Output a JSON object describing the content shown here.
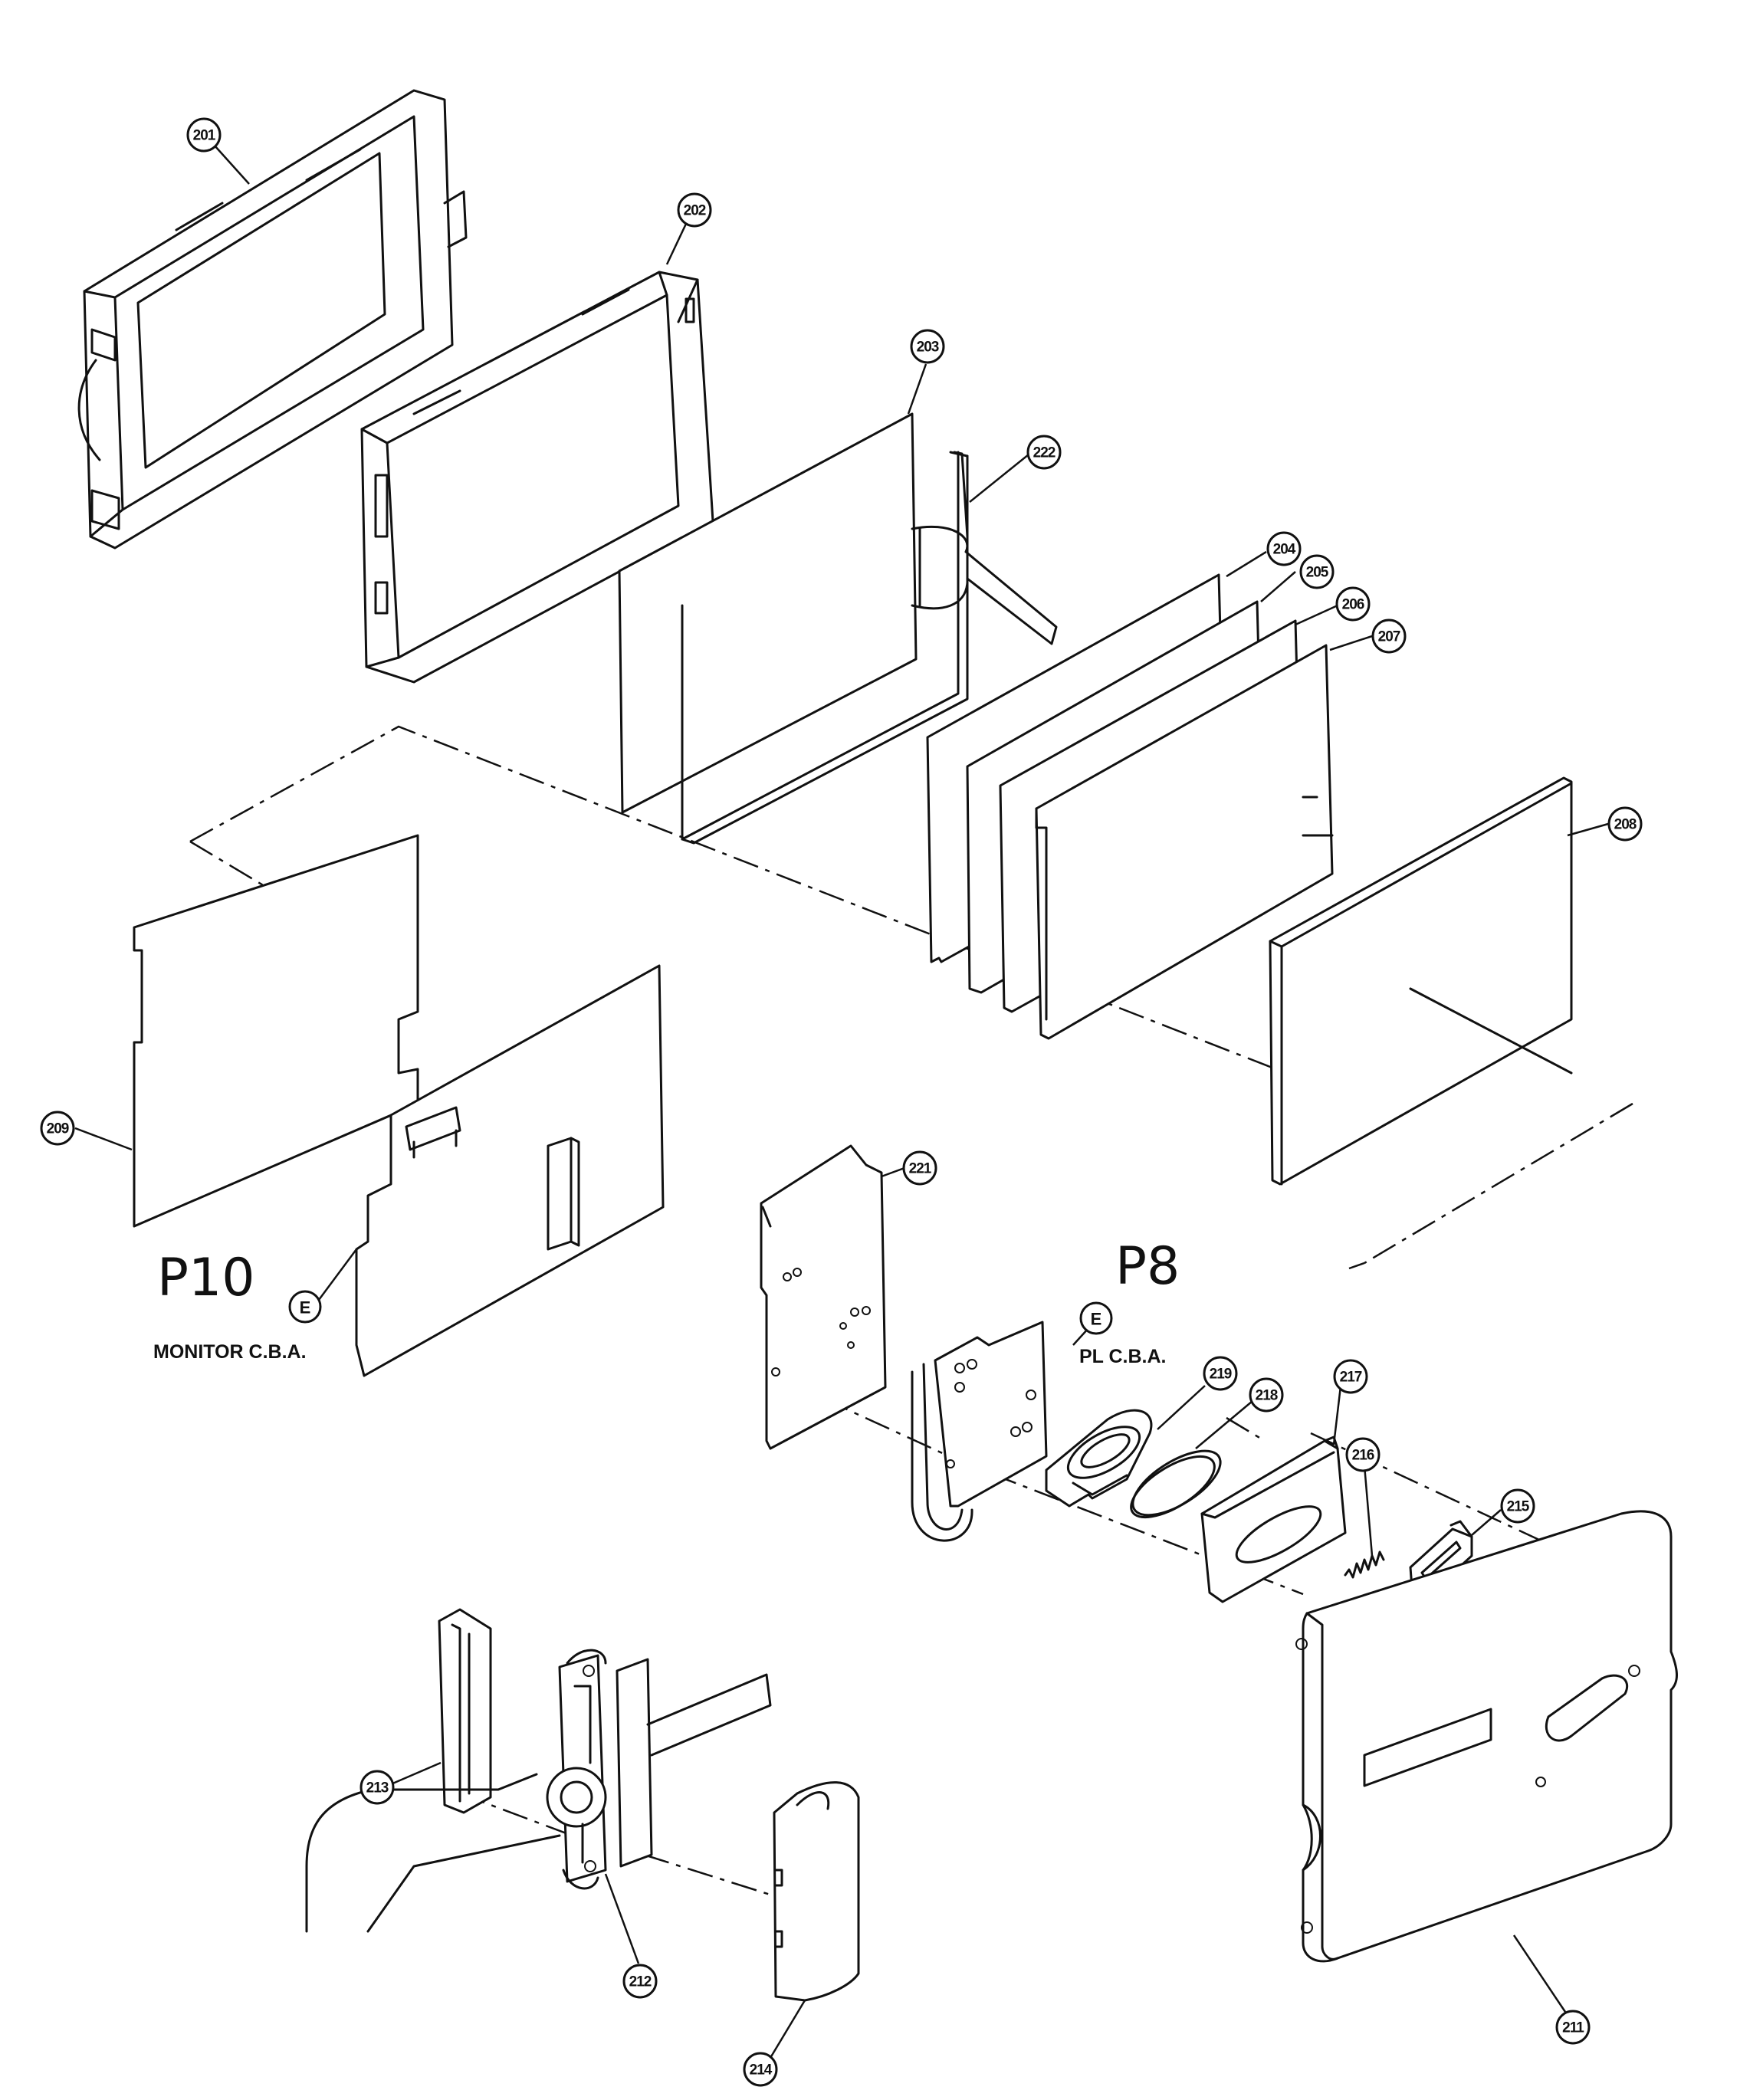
{
  "callouts": {
    "c201": "201",
    "c202": "202",
    "c203": "203",
    "c204": "204",
    "c205": "205",
    "c206": "206",
    "c207": "207",
    "c208": "208",
    "c209": "209",
    "c211": "211",
    "c212": "212",
    "c213": "213",
    "c214": "214",
    "c215": "215",
    "c216": "216",
    "c217": "217",
    "c218": "218",
    "c219": "219",
    "c221": "221",
    "c222": "222"
  },
  "labels": {
    "monitor_page": "P10",
    "monitor_mark": "E",
    "monitor_board": "MONITOR C.B.A.",
    "pl_page": "P8",
    "pl_mark": "E",
    "pl_board": "PL C.B.A."
  }
}
